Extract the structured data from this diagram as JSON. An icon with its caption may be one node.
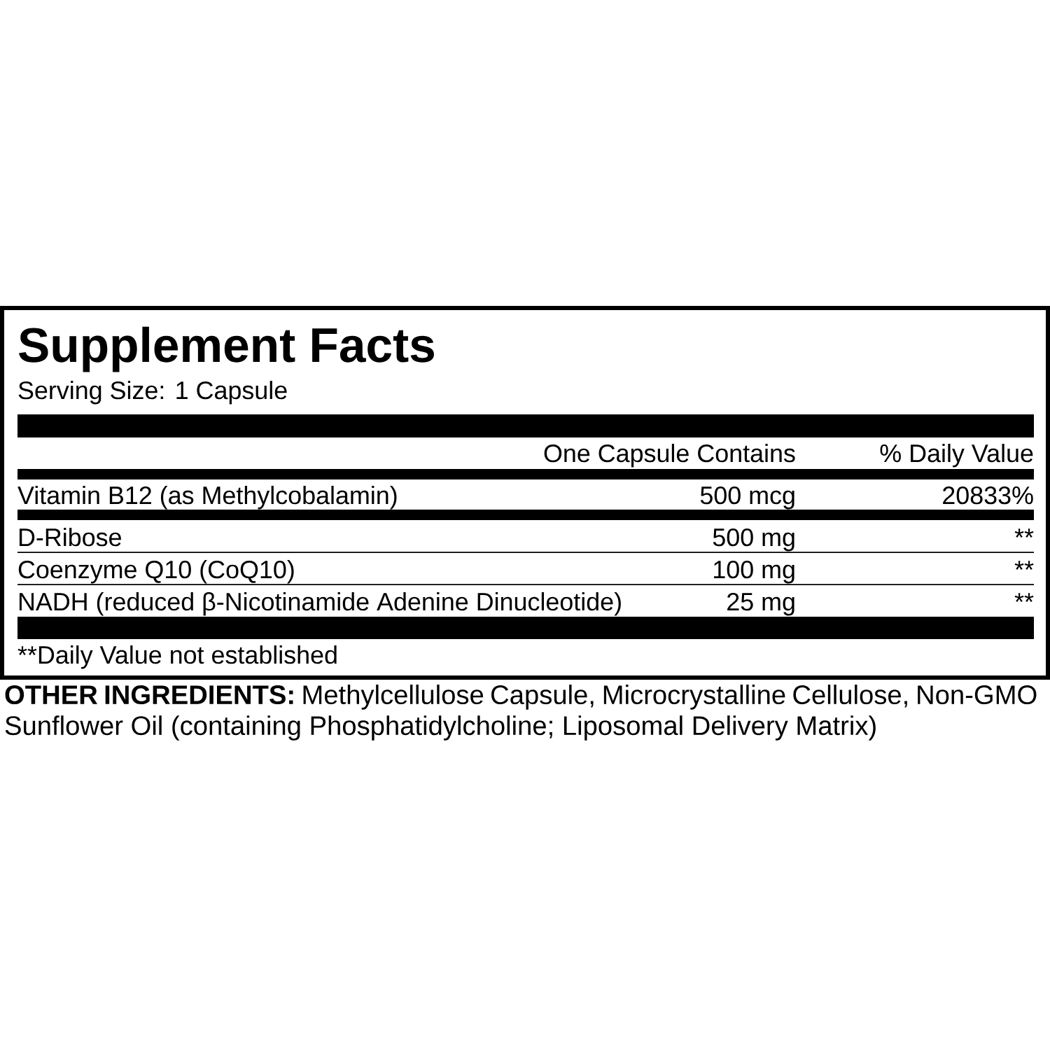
{
  "diagram": {
    "title": "Supplement Facts",
    "labels": [
      "Serving Size: 1 Capsule",
      "One Capsule Contains",
      "% Daily Value",
      "Vitamin B12 (as Methylcobalamin)",
      "500 mcg",
      "20833%",
      "D-Ribose",
      "500 mg",
      "**",
      "Coenzyme Q10 (CoQ10)",
      "100 mg",
      "**",
      "NADH (reduced β-Nicotinamide Adenine Dinucleotide)",
      "25 mg",
      "**",
      "**Daily Value not established",
      "**OTHER INGREDIENTS:** Methylcellulose Capsule, Microcrystalline Cellulose, Non-GMO Sunflower Oil (containing Phosphatidylcholine; Liposomal Delivery Matrix)"
    ]
  }
}
